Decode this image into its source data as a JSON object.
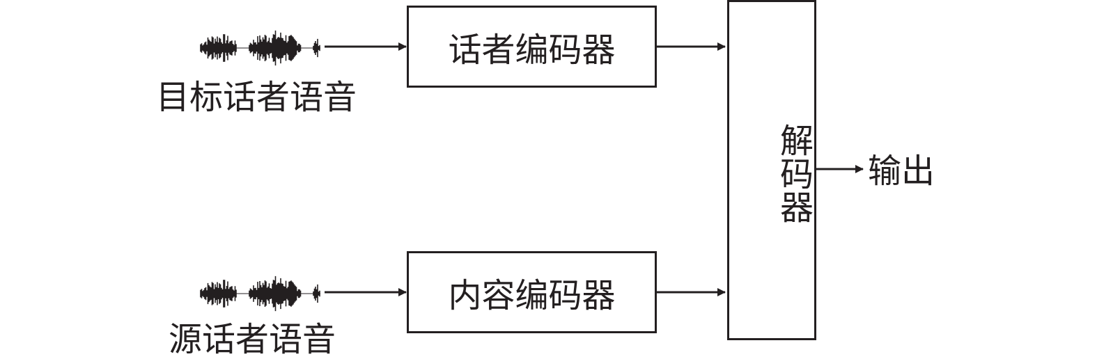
{
  "diagram": {
    "inputs": {
      "target_speech_label": "目标话者语音",
      "source_speech_label": "源话者语音"
    },
    "blocks": {
      "speaker_encoder": "话者编码器",
      "content_encoder": "内容编码器",
      "decoder": "解码器"
    },
    "output_label": "输出",
    "colors": {
      "stroke": "#231f20",
      "background": "#ffffff"
    }
  }
}
